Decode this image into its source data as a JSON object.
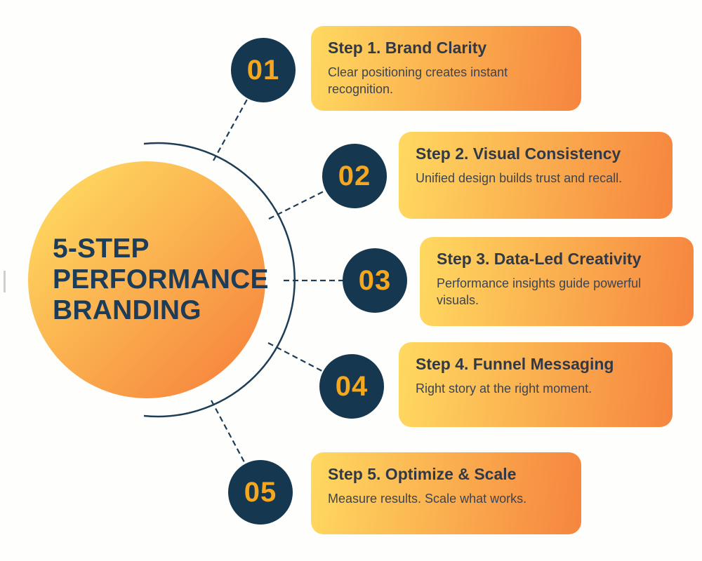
{
  "hub": {
    "lines": [
      "5-STEP",
      "PERFORMANCE",
      "BRANDING"
    ]
  },
  "steps": [
    {
      "number": "01",
      "title": "Step 1. Brand Clarity",
      "description": "Clear positioning creates instant recognition."
    },
    {
      "number": "02",
      "title": "Step 2. Visual Consistency",
      "description": "Unified design builds trust and recall."
    },
    {
      "number": "03",
      "title": "Step 3. Data-Led Creativity",
      "description": "Performance insights guide powerful visuals."
    },
    {
      "number": "04",
      "title": "Step 4. Funnel Messaging",
      "description": "Right story at the right moment."
    },
    {
      "number": "05",
      "title": "Step 5. Optimize & Scale",
      "description": "Measure results. Scale what works."
    }
  ],
  "colors": {
    "background": "#FEFEFD",
    "badge_navy": "#15374F",
    "badge_number": "#F5A81F",
    "connector": "#1E3E58",
    "hub_text": "#1D3C58",
    "card_title": "#313947",
    "card_body": "#3C4454",
    "gradient_yellow": "#FFD960",
    "gradient_orange": "#F6813C"
  }
}
